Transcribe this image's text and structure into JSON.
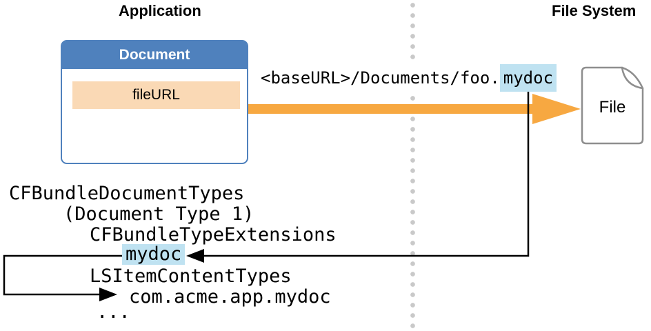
{
  "headers": {
    "left": "Application",
    "right": "File System"
  },
  "document_box": {
    "title": "Document",
    "field_label": "fileURL"
  },
  "file_path": {
    "prefix": "<baseURL>/Documents/foo.",
    "highlighted_extension": "mydoc"
  },
  "file_icon": {
    "label": "File"
  },
  "plist": {
    "line1": "CFBundleDocumentTypes",
    "line2": "(Document Type 1)",
    "line3": "CFBundleTypeExtensions",
    "line4_highlighted": "mydoc",
    "line5": "LSItemContentTypes",
    "line6": "com.acme.app.mydoc",
    "line7": "..."
  },
  "colors": {
    "accent_blue": "#4F81BD",
    "peach": "#FAD9B5",
    "orange": "#F7A841",
    "highlight_blue": "#BFE2F1",
    "dot_gray": "#C9C9C9",
    "file_border_gray": "#8E8E8E",
    "ink": "#000000"
  }
}
